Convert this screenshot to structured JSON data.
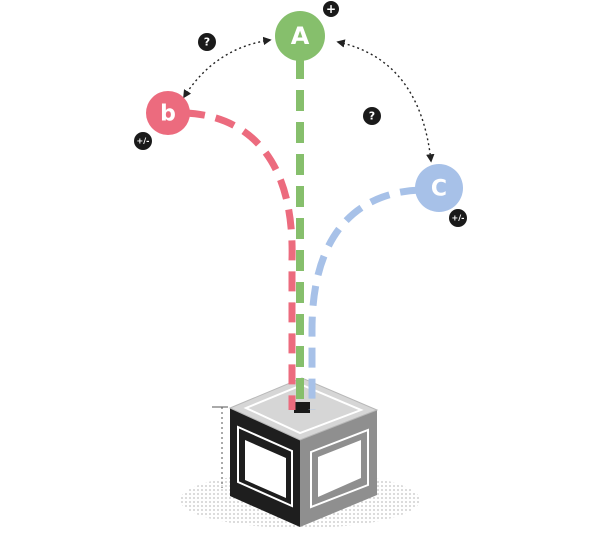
{
  "nodes": {
    "a": {
      "label": "A",
      "badge": "+",
      "color": "#86bf6c"
    },
    "b": {
      "label": "b",
      "badge": "+/-",
      "color": "#ec6b7e"
    },
    "c": {
      "label": "C",
      "badge": "+/-",
      "color": "#a7c1e8"
    }
  },
  "relations": {
    "a_b": {
      "badge": "?"
    },
    "a_c": {
      "badge": "?"
    }
  },
  "icons": {
    "question_badge": "question-mark",
    "plus_badge": "plus-sign",
    "plus_minus_badge": "plus-minus-sign"
  },
  "colors": {
    "badge": "#1a1a1a",
    "box_top": "#d4d4d4",
    "box_left": "#1e1e1e",
    "box_right": "#8f8f8f",
    "arrows": "#222222"
  }
}
